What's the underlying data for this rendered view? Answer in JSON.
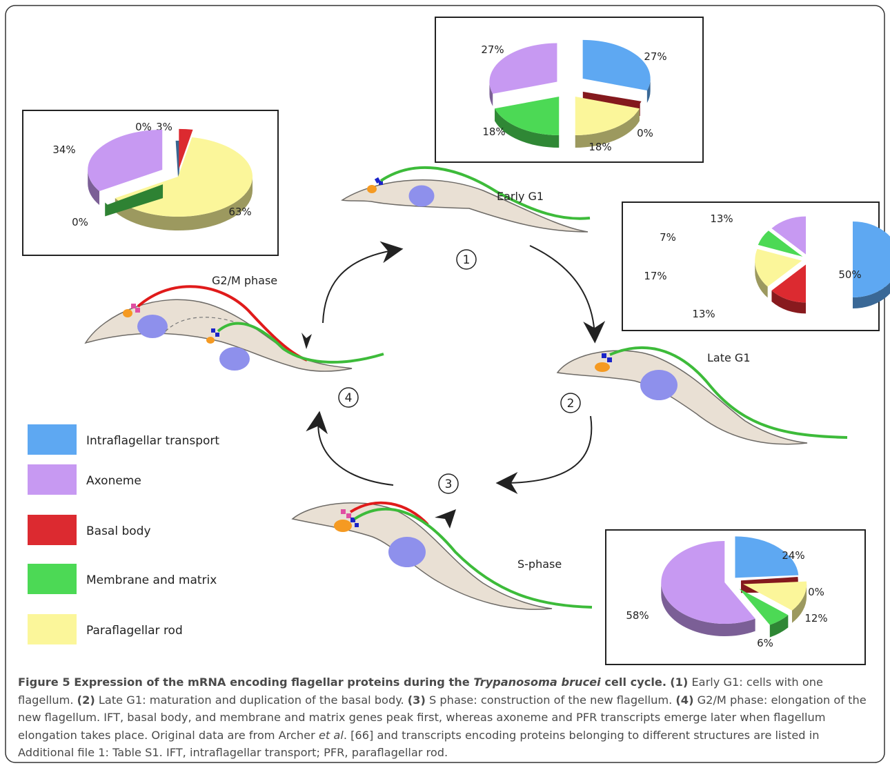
{
  "legend": [
    {
      "label": "Intraflagellar transport",
      "color": "#5ea8f2"
    },
    {
      "label": "Axoneme",
      "color": "#c799f2"
    },
    {
      "label": "Basal body",
      "color": "#dc2a30"
    },
    {
      "label": "Membrane and matrix",
      "color": "#4cd955"
    },
    {
      "label": "Paraflagellar rod",
      "color": "#fbf69a"
    }
  ],
  "stages": {
    "early_g1": {
      "name": "Early G1",
      "number": "1"
    },
    "late_g1": {
      "name": "Late G1",
      "number": "2"
    },
    "s_phase": {
      "name": "S-phase",
      "number": "3"
    },
    "g2m": {
      "name": "G2/M phase",
      "number": "4"
    }
  },
  "chart_data": [
    {
      "type": "pie",
      "stage": "Early G1",
      "categories": [
        "Intraflagellar transport",
        "Basal body",
        "Paraflagellar rod",
        "Membrane and matrix",
        "Axoneme"
      ],
      "values": [
        27,
        0,
        18,
        18,
        27
      ],
      "labels": [
        "27%",
        "0%",
        "18%",
        "18%",
        "27%"
      ]
    },
    {
      "type": "pie",
      "stage": "Late G1",
      "categories": [
        "Intraflagellar transport",
        "Basal body",
        "Paraflagellar rod",
        "Membrane and matrix",
        "Axoneme"
      ],
      "values": [
        50,
        13,
        17,
        7,
        13
      ],
      "labels": [
        "50%",
        "13%",
        "17%",
        "7%",
        "13%"
      ]
    },
    {
      "type": "pie",
      "stage": "S-phase",
      "categories": [
        "Intraflagellar transport",
        "Basal body",
        "Paraflagellar rod",
        "Membrane and matrix",
        "Axoneme"
      ],
      "values": [
        24,
        0,
        12,
        6,
        58
      ],
      "labels": [
        "24%",
        "0%",
        "12%",
        "6%",
        "58%"
      ]
    },
    {
      "type": "pie",
      "stage": "G2/M phase",
      "categories": [
        "Intraflagellar transport",
        "Basal body",
        "Paraflagellar rod",
        "Membrane and matrix",
        "Axoneme"
      ],
      "values": [
        0,
        3,
        63,
        0,
        34
      ],
      "labels": [
        "0%",
        "3%",
        "63%",
        "0%",
        "34%"
      ]
    }
  ],
  "caption": {
    "title_prefix": "Figure 5 Expression of the mRNA encoding flagellar proteins during the ",
    "title_italic": "Trypanosoma brucei",
    "title_suffix": " cell cycle.",
    "n1": "(1)",
    "t1": " Early G1: cells with one flagellum. ",
    "n2": "(2)",
    "t2": " Late G1: maturation and duplication of the basal body. ",
    "n3": "(3)",
    "t3": " S phase: construction of the new flagellum. ",
    "n4": "(4)",
    "t4": " G2/M phase: elongation of the new flagellum. IFT, basal body, and membrane and matrix genes peak first, whereas axoneme and PFR transcripts emerge later when flagellum elongation takes place. Original data are from Archer ",
    "et_al": "et al",
    "t5": ". [66] and transcripts encoding proteins belonging to different structures are listed in Additional file 1: Table S1. IFT, intraflagellar transport; PFR, paraflagellar rod."
  }
}
